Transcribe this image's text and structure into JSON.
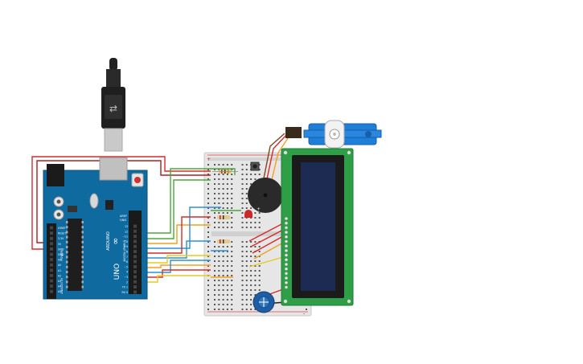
{
  "circuit": {
    "arduino": {
      "brand": "ARDUINO",
      "model": "UNO",
      "digital_label": "DIGITAL (PWM~)",
      "power_label": "POWER",
      "analog_label": "ANALOG IN",
      "aref_label": "AREF",
      "gnd_label": "GND",
      "power_pins": [
        "IOREF",
        "RESET",
        "3.3V",
        "5V",
        "GND",
        "GND",
        "Vin"
      ],
      "analog_pins": [
        "A0",
        "A1",
        "A2",
        "A3",
        "A4",
        "A5"
      ],
      "digital_pins": [
        "13",
        "12",
        "~11",
        "~10",
        "~9",
        "8",
        "7",
        "~6",
        "~5",
        "4",
        "~3",
        "2",
        "TX 1",
        "RX 0"
      ]
    },
    "breadboard": {
      "rail_plus": "+",
      "rail_minus": "-"
    },
    "colors": {
      "board": "#0f6aa0",
      "board_dark": "#0a4f7a",
      "breadboard": "#e6e6e6",
      "lcd_pcb": "#2e9e47",
      "lcd_screen": "#1d2b52",
      "servo": "#1f7ed8",
      "buzzer": "#2a2a2a",
      "potentiometer": "#1c5fa6",
      "led": "#cc2a2a",
      "wire_red": "#d52b2b",
      "wire_green": "#49a83a",
      "wire_blue": "#2d8fd6",
      "wire_orange": "#f0a020",
      "wire_yellow": "#e3cc1e",
      "wire_black": "#222222"
    },
    "icons": [
      "usb-cable-icon",
      "usb-connector-icon",
      "infinity-logo-icon"
    ]
  }
}
